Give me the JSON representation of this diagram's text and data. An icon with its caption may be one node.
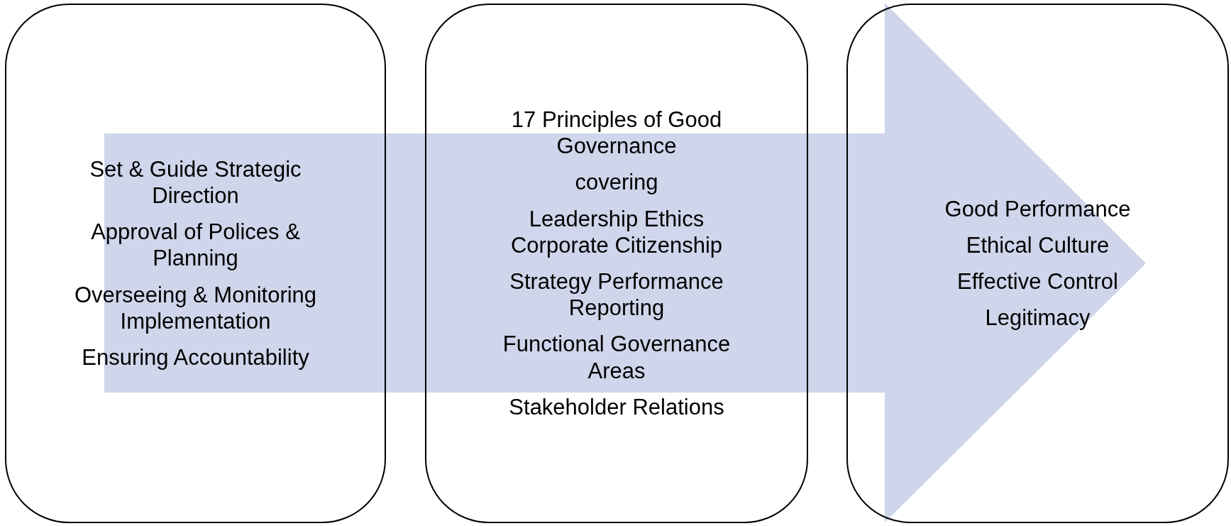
{
  "diagram": {
    "nodes": [
      {
        "text": [
          "Set & Guide Strategic Direction",
          "Approval of Polices & Planning",
          "Overseeing & Monitoring Implementation",
          "Ensuring Accountability"
        ]
      },
      {
        "text": [
          "17 Principles of Good Governance",
          "covering",
          "Leadership Ethics Corporate Citizenship",
          "Strategy Performance Reporting",
          "Functional Governance Areas",
          "Stakeholder Relations"
        ]
      },
      {
        "text": [
          "Good Performance",
          "Ethical Culture",
          "Effective Control",
          "Legitimacy"
        ]
      }
    ],
    "edges": [
      {
        "from": 0,
        "to": 2,
        "arrow": "to"
      }
    ]
  }
}
